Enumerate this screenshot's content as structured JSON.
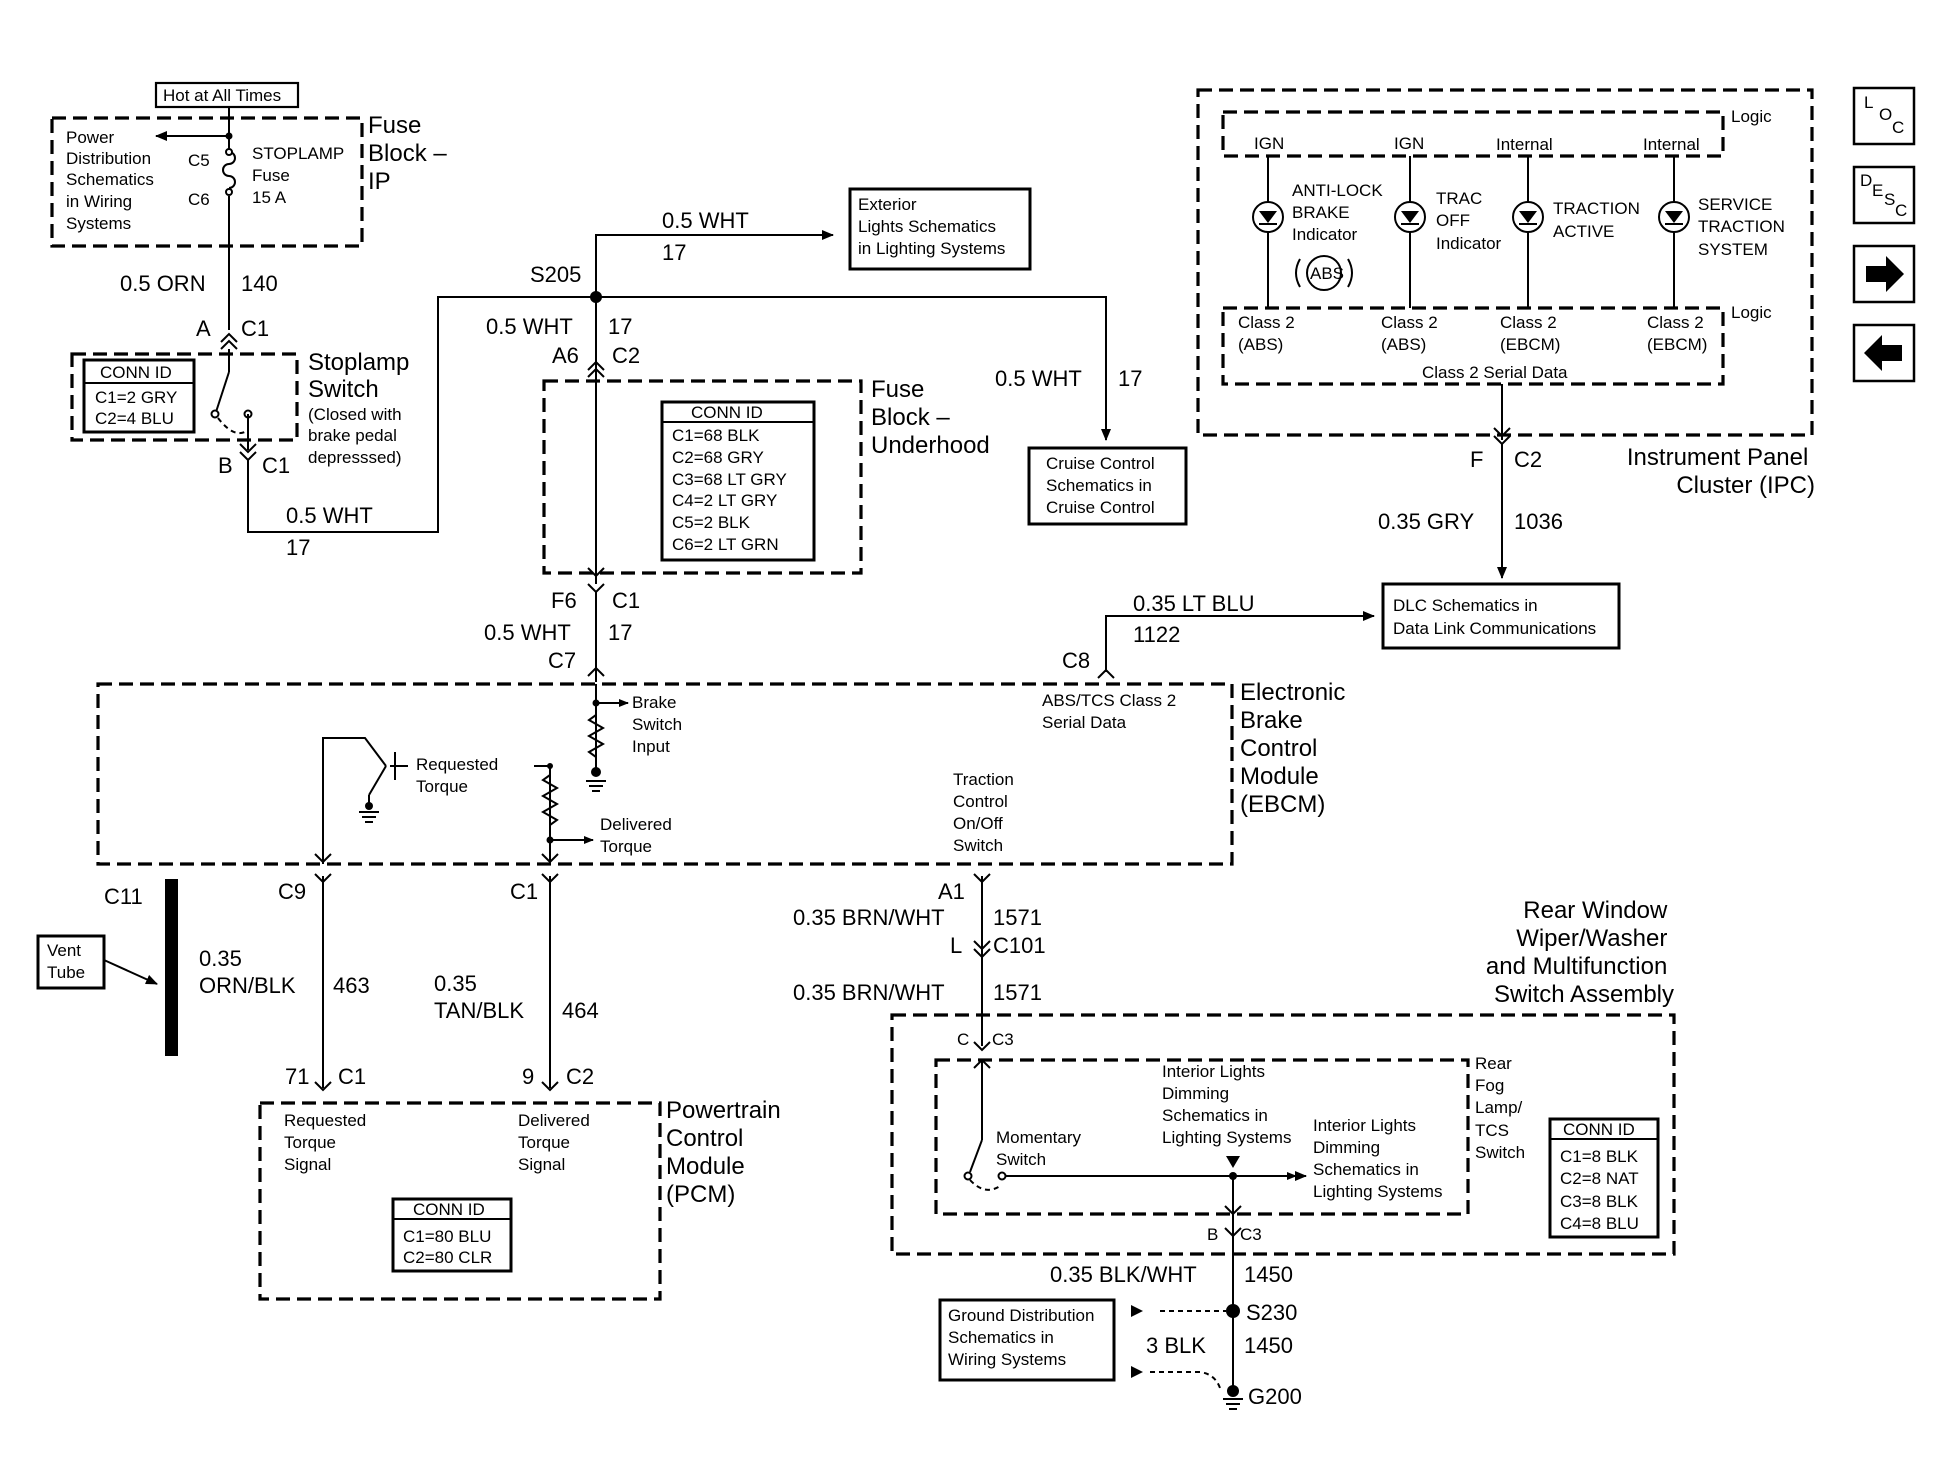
{
  "fuse_ip": {
    "hot_label": "Hot at All Times",
    "power_text": [
      "Power",
      "Distribution",
      "Schematics",
      "in Wiring",
      "Systems"
    ],
    "c5": "C5",
    "c6": "C6",
    "fuse_text": [
      "STOPLAMP",
      "Fuse",
      "15 A"
    ],
    "title": [
      "Fuse",
      "Block –",
      "IP"
    ]
  },
  "wire_orn_140": {
    "gauge": "0.5 ORN",
    "circuit": "140"
  },
  "stoplamp": {
    "pin_a": "A",
    "pin_a_conn": "C1",
    "pin_b": "B",
    "pin_b_conn": "C1",
    "title": [
      "Stoplamp",
      "Switch"
    ],
    "note": [
      "(Closed with",
      "brake pedal",
      "depresssed)"
    ],
    "conn_header": "CONN ID",
    "conn_rows": [
      "C1=2 GRY",
      "C2=4 BLU"
    ]
  },
  "wire_wht_17_stoplamp": {
    "gauge": "0.5 WHT",
    "circuit": "17"
  },
  "splice_s205": "S205",
  "wire_wht_17_exterior": {
    "gauge": "0.5 WHT",
    "circuit": "17"
  },
  "exterior_box": [
    "Exterior",
    "Lights Schematics",
    "in Lighting Systems"
  ],
  "wire_wht_17_a6": {
    "gauge": "0.5 WHT",
    "circuit": "17"
  },
  "wire_wht_17_cruise": {
    "gauge": "0.5 WHT",
    "circuit": "17"
  },
  "cruise_box": [
    "Cruise Control",
    "Schematics in",
    "Cruise Control"
  ],
  "fuse_underhood": {
    "pin_a6": "A6",
    "pin_a6_conn": "C2",
    "pin_f6": "F6",
    "pin_f6_conn": "C1",
    "title": [
      "Fuse",
      "Block –",
      "Underhood"
    ],
    "conn_header": "CONN ID",
    "conn_rows": [
      "C1=68 BLK",
      "C2=68 GRY",
      "C3=68 LT GRY",
      "C4=2 LT GRY",
      "C5=2 BLK",
      "C6=2 LT GRN"
    ]
  },
  "wire_wht_17_c7": {
    "gauge": "0.5 WHT",
    "circuit": "17"
  },
  "ipc": {
    "logic_top": "Logic",
    "logic_bottom": "Logic",
    "inputs": [
      "IGN",
      "IGN",
      "Internal",
      "Internal"
    ],
    "indicators": [
      [
        "ANTI-LOCK",
        "BRAKE",
        "Indicator"
      ],
      [
        "TRAC",
        "OFF",
        "Indicator"
      ],
      [
        "TRACTION",
        "ACTIVE"
      ],
      [
        "SERVICE",
        "TRACTION",
        "SYSTEM"
      ]
    ],
    "abs_symbol": "ABS",
    "class2": [
      [
        "Class 2",
        "(ABS)"
      ],
      [
        "Class 2",
        "(ABS)"
      ],
      [
        "Class 2",
        "(EBCM)"
      ],
      [
        "Class 2",
        "(EBCM)"
      ]
    ],
    "serial_data": "Class 2 Serial Data",
    "pin_f": "F",
    "pin_f_conn": "C2",
    "title": [
      "Instrument Panel",
      "Cluster (IPC)"
    ]
  },
  "wire_gry_1036": {
    "gauge": "0.35 GRY",
    "circuit": "1036"
  },
  "dlc_box": [
    "DLC Schematics in",
    "Data Link Communications"
  ],
  "wire_ltblu_1122": {
    "gauge": "0.35 LT BLU",
    "circuit": "1122"
  },
  "ebcm": {
    "pin_c7": "C7",
    "pin_c8": "C8",
    "brake_input": [
      "Brake",
      "Switch",
      "Input"
    ],
    "serial_data": [
      "ABS/TCS Class 2",
      "Serial Data"
    ],
    "requested_torque": [
      "Requested",
      "Torque"
    ],
    "delivered_torque": [
      "Delivered",
      "Torque"
    ],
    "traction_switch": [
      "Traction",
      "Control",
      "On/Off",
      "Switch"
    ],
    "title": [
      "Electronic",
      "Brake",
      "Control",
      "Module",
      "(EBCM)"
    ],
    "pin_c11": "C11",
    "pin_c9": "C9",
    "pin_c1": "C1",
    "pin_a1": "A1"
  },
  "vent_tube": [
    "Vent",
    "Tube"
  ],
  "wire_orn_blk_463": {
    "gauge": [
      "0.35",
      "ORN/BLK"
    ],
    "circuit": "463"
  },
  "wire_tan_blk_464": {
    "gauge": [
      "0.35",
      "TAN/BLK"
    ],
    "circuit": "464"
  },
  "wire_brn_wht_1571_a": {
    "gauge": "0.35 BRN/WHT",
    "circuit": "1571"
  },
  "c101": {
    "pin": "L",
    "conn": "C101"
  },
  "wire_brn_wht_1571_b": {
    "gauge": "0.35 BRN/WHT",
    "circuit": "1571"
  },
  "pcm": {
    "pin_71": "71",
    "pin_71_conn": "C1",
    "pin_9": "9",
    "pin_9_conn": "C2",
    "requested_signal": [
      "Requested",
      "Torque",
      "Signal"
    ],
    "delivered_signal": [
      "Delivered",
      "Torque",
      "Signal"
    ],
    "conn_header": "CONN ID",
    "conn_rows": [
      "C1=80 BLU",
      "C2=80 CLR"
    ],
    "title": [
      "Powertrain",
      "Control",
      "Module",
      "(PCM)"
    ]
  },
  "rear_wiper": {
    "title": [
      "Rear Window",
      "Wiper/Washer",
      "and Multifunction",
      "Switch Assembly"
    ],
    "pin_c": "C",
    "pin_c_conn": "C3",
    "pin_b": "B",
    "pin_b_conn": "C3",
    "momentary": [
      "Momentary",
      "Switch"
    ],
    "dimming_top": [
      "Interior Lights",
      "Dimming",
      "Schematics in",
      "Lighting Systems"
    ],
    "dimming_right": [
      "Interior Lights",
      "Dimming",
      "Schematics in",
      "Lighting Systems"
    ],
    "rear_fog": [
      "Rear",
      "Fog",
      "Lamp/",
      "TCS",
      "Switch"
    ],
    "conn_header": "CONN ID",
    "conn_rows": [
      "C1=8 BLK",
      "C2=8 NAT",
      "C3=8 BLK",
      "C4=8 BLU"
    ]
  },
  "wire_blk_wht_1450": {
    "gauge": "0.35 BLK/WHT",
    "circuit": "1450"
  },
  "splice_s230": "S230",
  "wire_3blk_1450": {
    "gauge": "3 BLK",
    "circuit": "1450"
  },
  "ground_g200": "G200",
  "ground_box": [
    "Ground Distribution",
    "Schematics in",
    "Wiring Systems"
  ],
  "nav": {
    "loc": [
      "L",
      "O",
      "C"
    ],
    "desc": [
      "D",
      "E",
      "S",
      "C"
    ]
  }
}
